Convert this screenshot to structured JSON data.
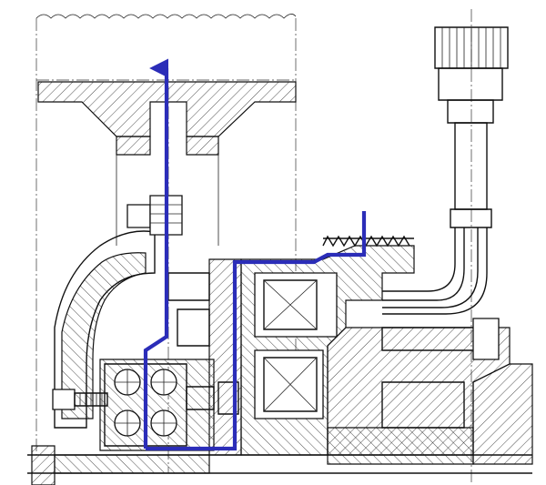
{
  "figure": {
    "kind": "mechanical cross-section drawing",
    "colors": {
      "linework": "#111111",
      "background": "#ffffff",
      "flux_path": "#2b2db8"
    },
    "features": [
      "hatched-housing",
      "electromagnetic-coils",
      "ball-bearings",
      "bolt",
      "cable-connector",
      "flux-path-arrow"
    ]
  }
}
